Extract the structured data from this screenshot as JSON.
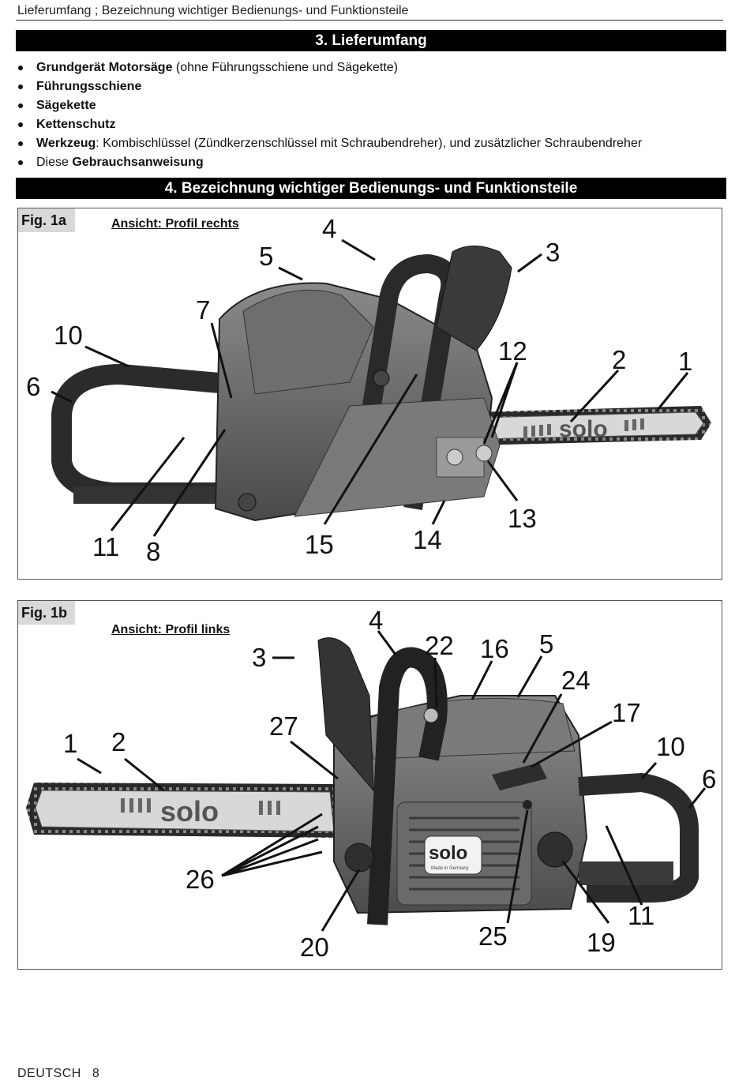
{
  "header": {
    "running_title": "Lieferumfang ; Bezeichnung wichtiger Bedienungs- und Funktionsteile"
  },
  "section3": {
    "title": "3. Lieferumfang",
    "items": [
      {
        "bold": "Grundgerät Motorsäge",
        "rest": " (ohne Führungsschiene und Sägekette)"
      },
      {
        "bold": "Führungsschiene",
        "rest": ""
      },
      {
        "bold": "Sägekette",
        "rest": ""
      },
      {
        "bold": "Kettenschutz",
        "rest": ""
      },
      {
        "bold": "Werkzeug",
        "rest": ": Kombischlüssel (Zündkerzenschlüssel mit Schraubendreher), und zusätzlicher Schraubendreher"
      },
      {
        "pre": "Diese ",
        "bold": "Gebrauchsanweisung",
        "rest": ""
      }
    ]
  },
  "section4": {
    "title": "4. Bezeichnung wichtiger Bedienungs- und Funktionsteile"
  },
  "fig1a": {
    "label": "Fig. 1a",
    "view": "Ansicht: Profil rechts",
    "bar_logo": "solo",
    "callouts": [
      "4",
      "5",
      "3",
      "7",
      "10",
      "12",
      "2",
      "1",
      "6",
      "13",
      "11",
      "8",
      "15",
      "14"
    ]
  },
  "fig1b": {
    "label": "Fig. 1b",
    "view": "Ansicht: Profil links",
    "bar_logo": "solo",
    "cover_logo": "solo",
    "cover_small": "Made in Germany",
    "callouts": [
      "4",
      "3",
      "22",
      "16",
      "5",
      "24",
      "27",
      "17",
      "1",
      "2",
      "10",
      "6",
      "26",
      "11",
      "25",
      "19",
      "20"
    ]
  },
  "footer": {
    "language": "DEUTSCH",
    "page": "8"
  },
  "colors": {
    "bar": "#000000",
    "label_bg": "#d9d9d9",
    "machine": "#5e5e5e"
  }
}
